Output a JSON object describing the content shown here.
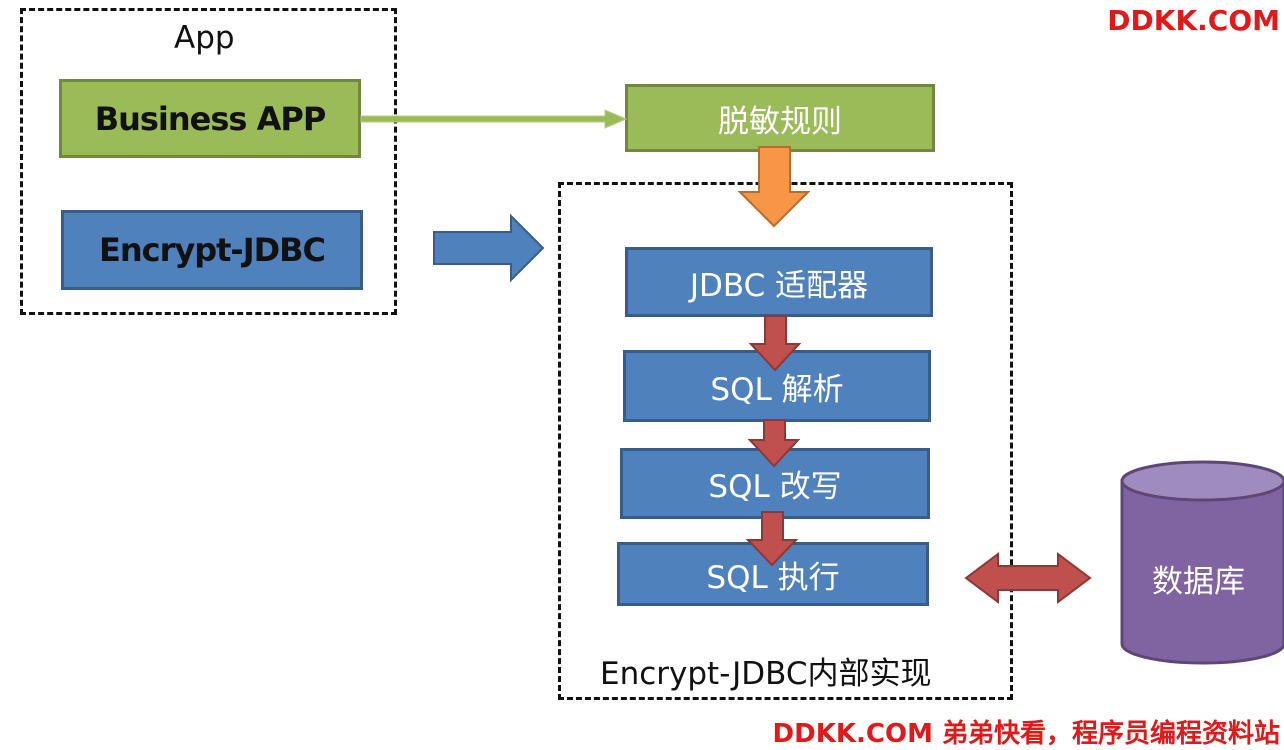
{
  "watermark": {
    "top": "DDKK.COM",
    "bottom": "DDKK.COM 弟弟快看，程序员编程资料站"
  },
  "app_group": {
    "title": "App",
    "business_app": "Business APP",
    "encrypt_jdbc": "Encrypt-JDBC"
  },
  "rules_box": "脱敏规则",
  "internal_group": {
    "caption": "Encrypt-JDBC内部实现",
    "steps": [
      "JDBC 适配器",
      "SQL 解析",
      "SQL 改写",
      "SQL 执行"
    ]
  },
  "database": "数据库",
  "colors": {
    "green_fill": "#9bbb59",
    "blue_fill": "#4f81bd",
    "orange_arrow": "#f79646",
    "red_arrow": "#c0504d",
    "db_fill": "#8064a2",
    "watermark": "#e0191a"
  }
}
